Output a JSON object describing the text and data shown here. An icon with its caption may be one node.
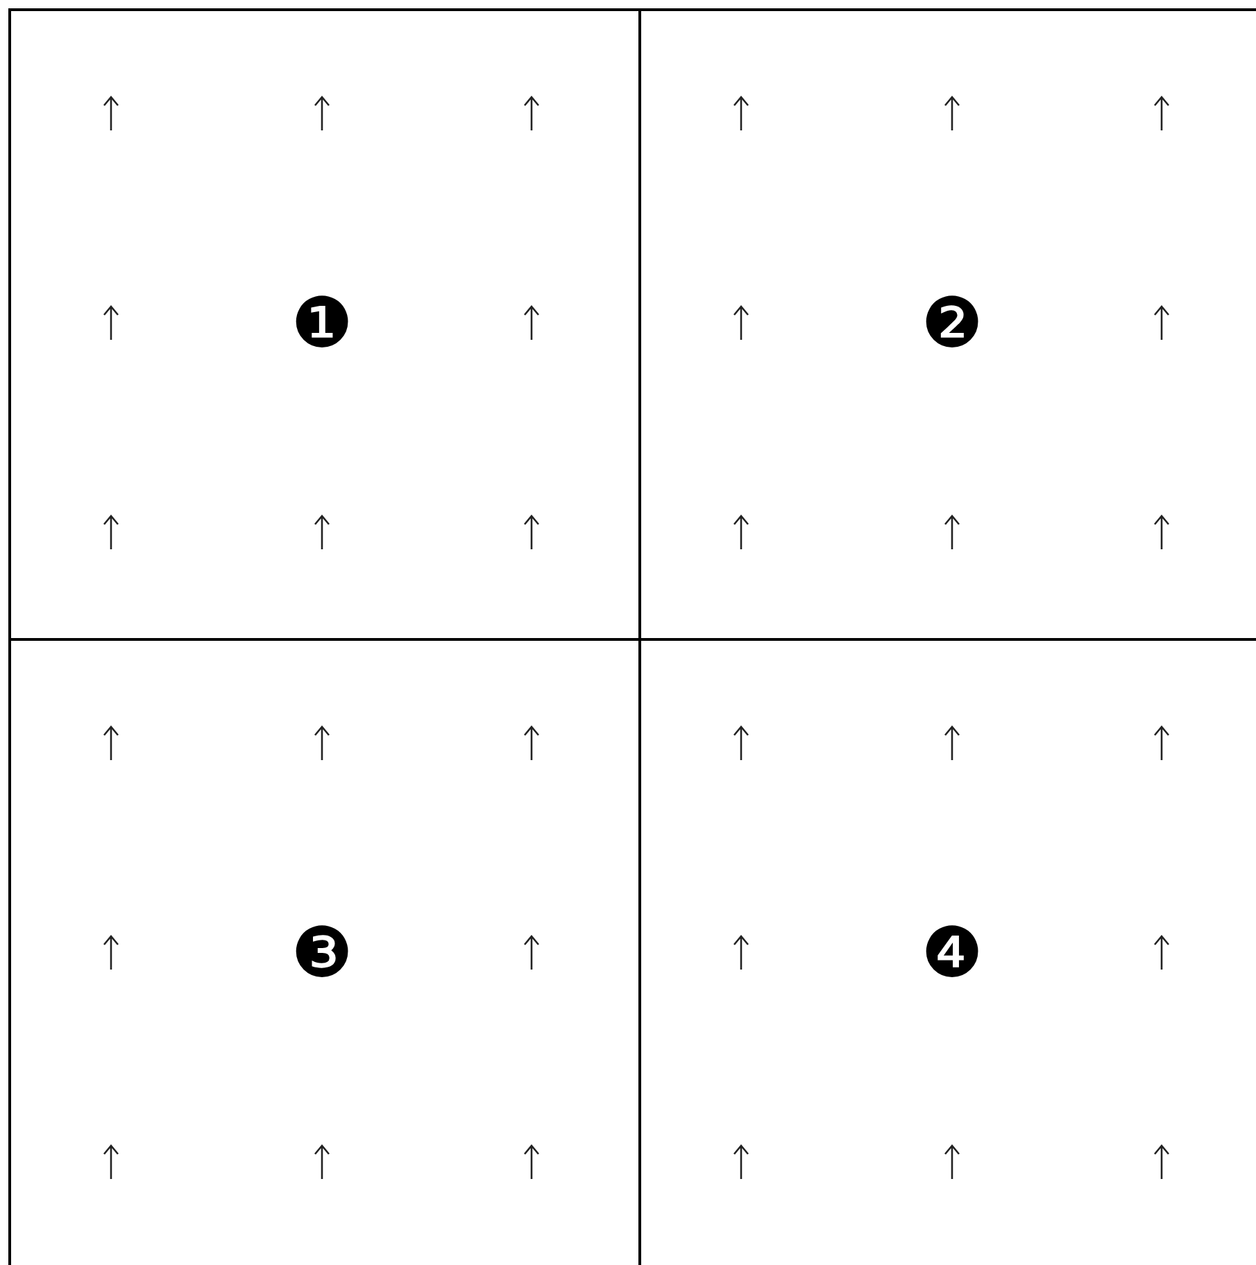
{
  "diagram": {
    "nodes": [
      {
        "text": [
          "❶"
        ]
      },
      {
        "text": [
          "❷"
        ]
      },
      {
        "text": [
          "❸"
        ]
      },
      {
        "text": [
          "❹"
        ]
      }
    ]
  }
}
